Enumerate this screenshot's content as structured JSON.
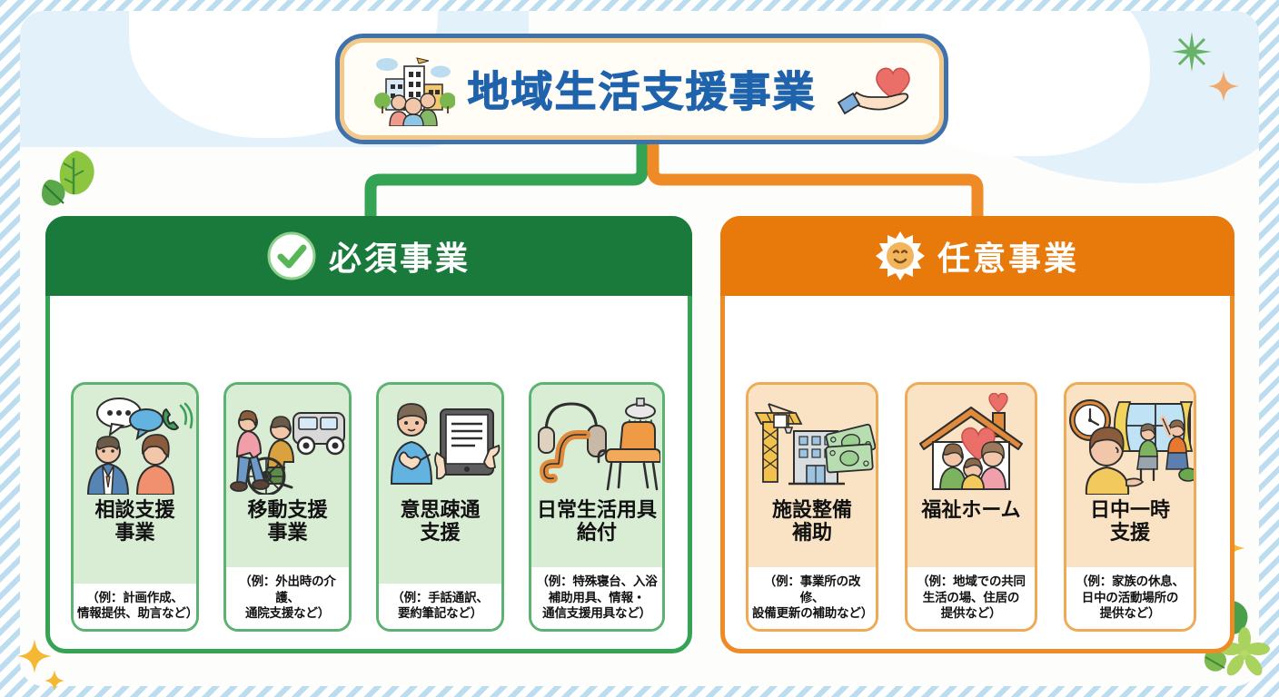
{
  "title": {
    "text": "地域生活支援事業",
    "left_icon": "city-people-icon",
    "right_icon": "heart-in-hand-icon",
    "text_color": "#1f63ad",
    "border_color": "#3f72ad",
    "inner_border_color": "#f2c98a"
  },
  "sections": [
    {
      "id": "mandatory",
      "header_label": "必須事業",
      "header_icon": "check-circle-icon",
      "header_color": "#1a7a3c",
      "border_color": "#34a353",
      "card_fill": "#d9ecd4",
      "cards": [
        {
          "label": "相談支援\n事業",
          "label_lines": [
            "相談支援",
            "事業"
          ],
          "note": "（例：計画作成、\n情報提供、助言など）",
          "note_lines": [
            "（例：計画作成、",
            "情報提供、助言など）"
          ],
          "icon": "consultation-speech-bubble-phone-icon"
        },
        {
          "label": "移動支援\n事業",
          "label_lines": [
            "移動支援",
            "事業"
          ],
          "note": "（例：外出時の介護、\n通院支援など）",
          "note_lines": [
            "（例：外出時の介護、",
            "通院支援など）"
          ],
          "icon": "wheelchair-van-icon"
        },
        {
          "label": "意思疎通\n支援",
          "label_lines": [
            "意思疎通",
            "支援"
          ],
          "note": "（例：手話通訳、\n要約筆記など）",
          "note_lines": [
            "（例：手話通訳、",
            "要約筆記など）"
          ],
          "icon": "sign-language-tablet-icon"
        },
        {
          "label": "日常生活用具\n給付",
          "label_lines": [
            "日常生活用具",
            "給付"
          ],
          "note": "（例：特殊寝台、入浴\n補助用具、情報・\n通信支援用具など）",
          "note_lines": [
            "（例：特殊寝台、入浴",
            "補助用具、情報・",
            "通信支援用具など）"
          ],
          "icon": "headset-shower-chair-icon"
        }
      ]
    },
    {
      "id": "optional",
      "header_label": "任意事業",
      "header_icon": "smiling-sun-icon",
      "header_color": "#e87a0c",
      "border_color": "#ee8b26",
      "card_fill": "#fae3c4",
      "cards": [
        {
          "label": "施設整備\n補助",
          "label_lines": [
            "施設整備",
            "補助"
          ],
          "note": "（例：事業所の改修、\n設備更新の補助など）",
          "note_lines": [
            "（例：事業所の改修、",
            "設備更新の補助など）"
          ],
          "icon": "crane-building-money-icon"
        },
        {
          "label": "福祉ホーム",
          "label_lines": [
            "福祉ホーム"
          ],
          "note": "（例：地域での共同\n生活の場、住居の\n提供など）",
          "note_lines": [
            "（例：地域での共同",
            "生活の場、住居の",
            "提供など）"
          ],
          "icon": "house-family-heart-icon"
        },
        {
          "label": "日中一時\n支援",
          "label_lines": [
            "日中一時",
            "支援"
          ],
          "note": "（例：家族の休息、\n日中の活動場所の\n提供など）",
          "note_lines": [
            "（例：家族の休息、",
            "日中の活動場所の",
            "提供など）"
          ],
          "icon": "clock-daycare-room-icon"
        }
      ]
    }
  ],
  "decorations": [
    {
      "name": "leaf-pair-left",
      "type": "leaf"
    },
    {
      "name": "sparkle-green-star-top-right",
      "type": "star"
    },
    {
      "name": "sparkle-orange-diamond-top-right",
      "type": "diamond"
    },
    {
      "name": "sparkle-yellow-diamond-right",
      "type": "diamond"
    },
    {
      "name": "sparkle-yellow-diamond-bottom-left",
      "type": "diamond"
    },
    {
      "name": "leaf-flower-bottom-right",
      "type": "flower"
    }
  ]
}
